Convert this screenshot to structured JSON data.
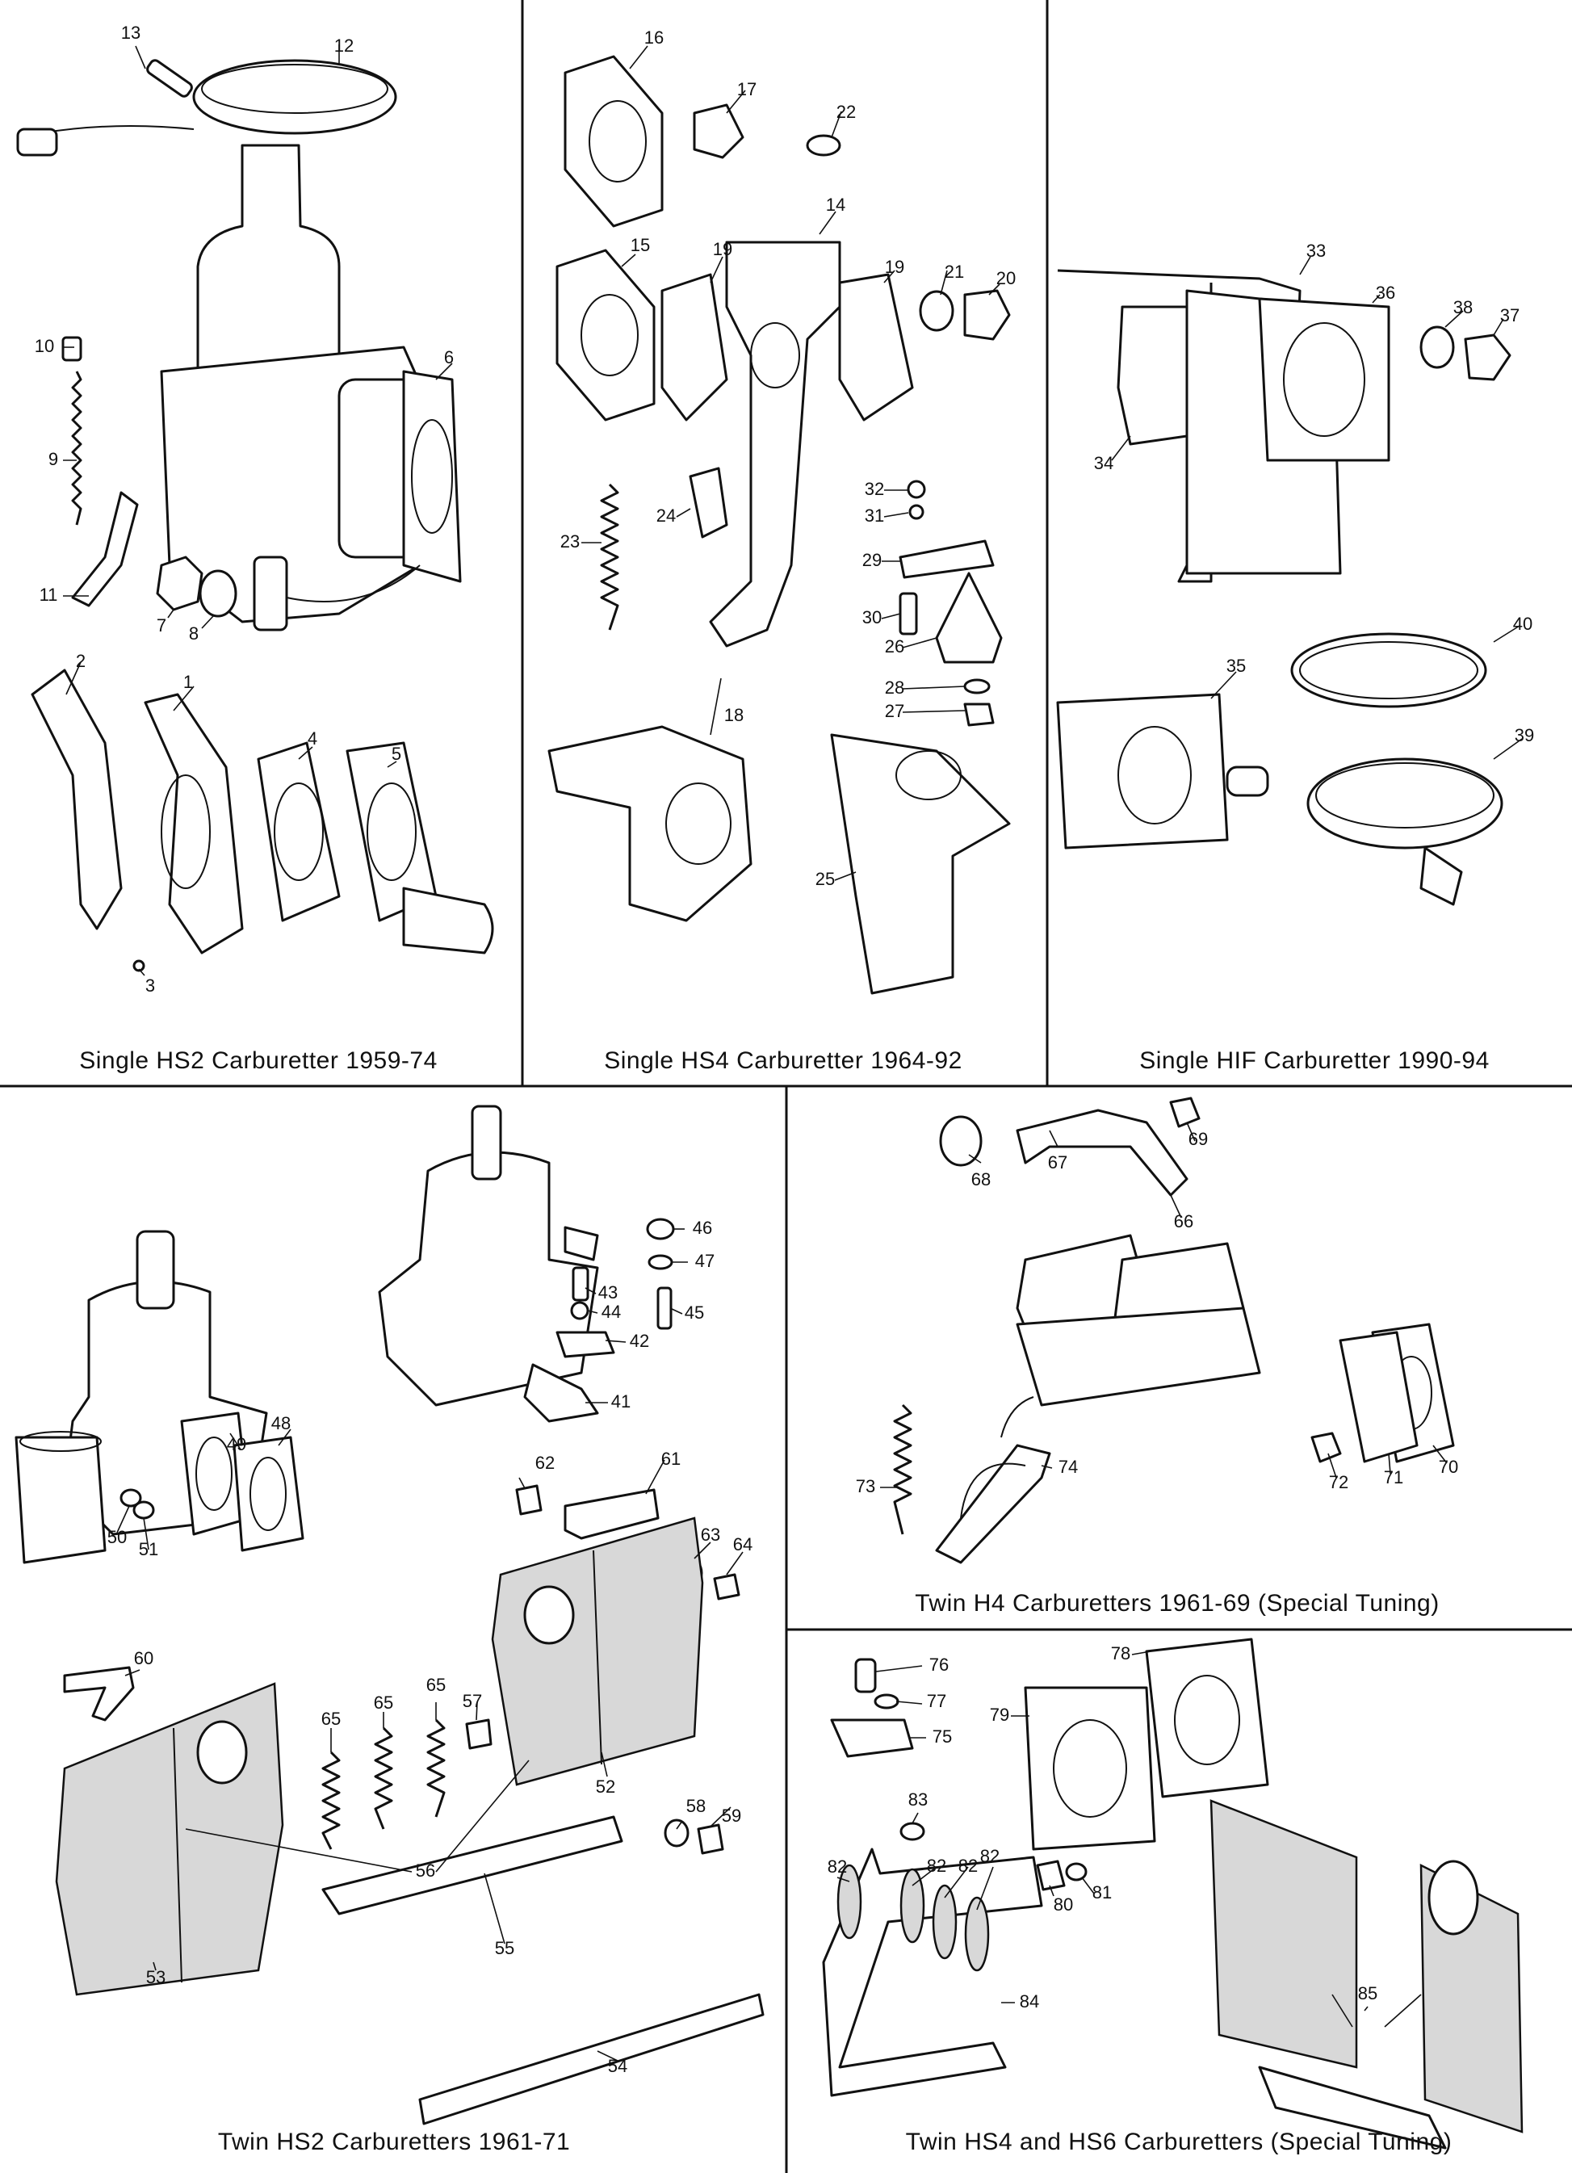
{
  "panels": [
    {
      "caption": "Single HS2 Carburetter 1959-74"
    },
    {
      "caption": "Single HS4 Carburetter 1964-92"
    },
    {
      "caption": "Single HIF Carburetter 1990-94"
    },
    {
      "caption": "Twin HS2 Carburetters 1961-71"
    },
    {
      "caption": "Twin H4 Carburetters 1961-69 (Special Tuning)"
    },
    {
      "caption": "Twin HS4 and HS6 Carburetters (Special Tuning)"
    }
  ],
  "callouts": [
    "1",
    "2",
    "3",
    "4",
    "5",
    "6",
    "7",
    "8",
    "9",
    "10",
    "11",
    "12",
    "13",
    "14",
    "15",
    "16",
    "17",
    "18",
    "19",
    "20",
    "21",
    "22",
    "23",
    "24",
    "25",
    "26",
    "27",
    "28",
    "29",
    "30",
    "31",
    "32",
    "33",
    "34",
    "35",
    "36",
    "37",
    "38",
    "39",
    "40",
    "41",
    "42",
    "43",
    "44",
    "45",
    "46",
    "47",
    "48",
    "49",
    "50",
    "51",
    "52",
    "53",
    "54",
    "55",
    "56",
    "57",
    "58",
    "59",
    "60",
    "61",
    "62",
    "63",
    "64",
    "65",
    "66",
    "67",
    "68",
    "69",
    "70",
    "71",
    "72",
    "73",
    "74",
    "75",
    "76",
    "77",
    "78",
    "79",
    "80",
    "81",
    "82",
    "83",
    "84",
    "85"
  ]
}
